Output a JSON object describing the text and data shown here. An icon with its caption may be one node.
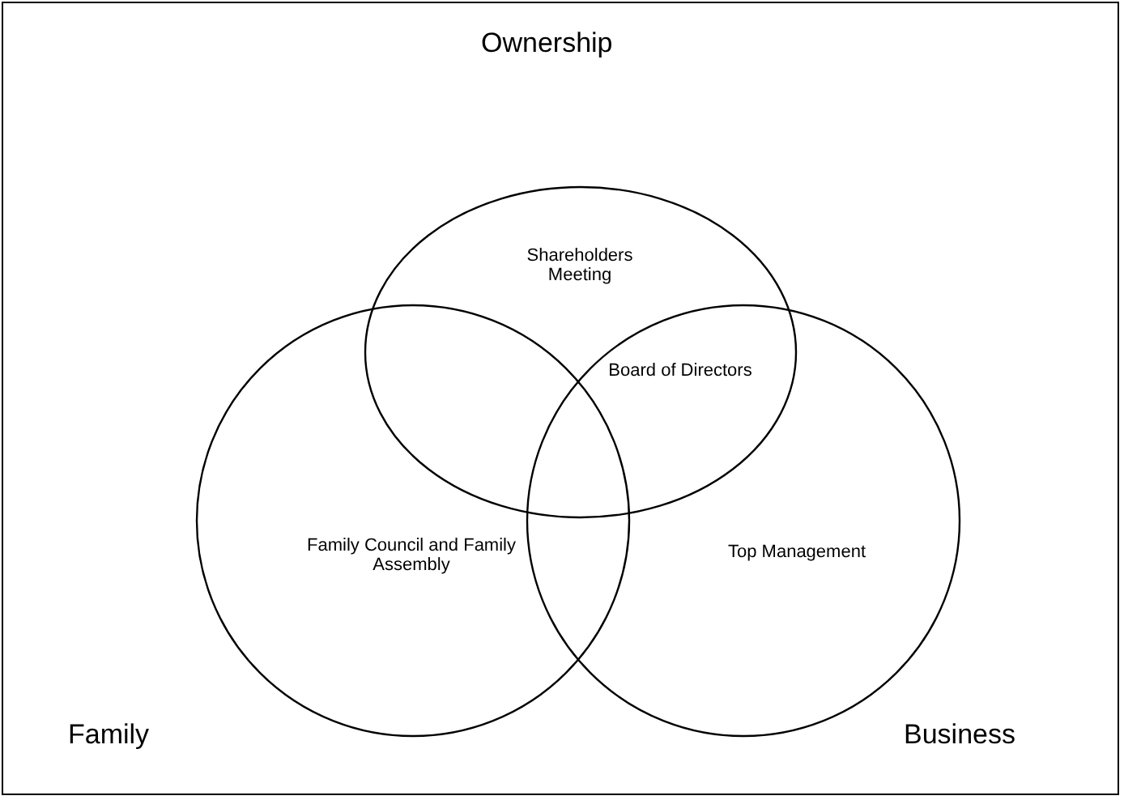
{
  "diagram": {
    "nodes": [
      {
        "text": [
          "Ownership"
        ]
      },
      {
        "text": [
          "Family"
        ]
      },
      {
        "text": [
          "Business"
        ]
      }
    ],
    "edges": [],
    "labels": [
      "Shareholders Meeting",
      "Board of Directors",
      "Family Council and Family Assembly",
      "Top Management"
    ]
  }
}
